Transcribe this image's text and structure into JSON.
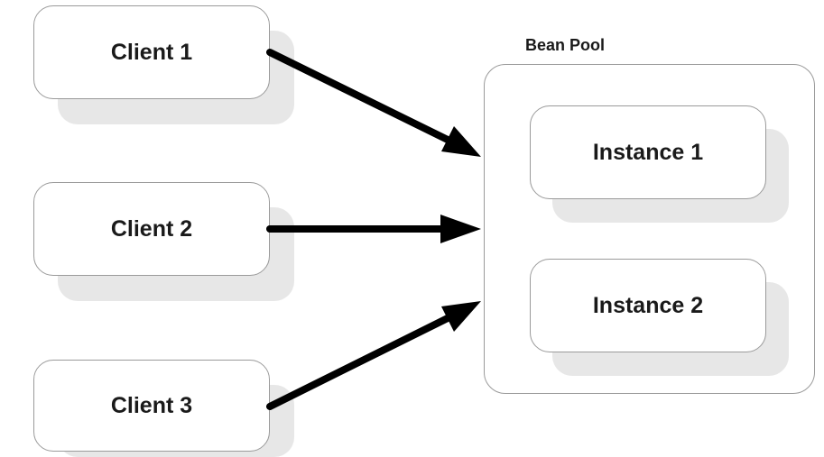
{
  "clients": [
    {
      "label": "Client 1"
    },
    {
      "label": "Client 2"
    },
    {
      "label": "Client 3"
    }
  ],
  "bean_pool": {
    "title": "Bean Pool",
    "instances": [
      {
        "label": "Instance 1"
      },
      {
        "label": "Instance 2"
      }
    ]
  },
  "colors": {
    "arrow": "#000000",
    "box_border": "#9a9a9a",
    "shadow": "#e7e7e7"
  }
}
